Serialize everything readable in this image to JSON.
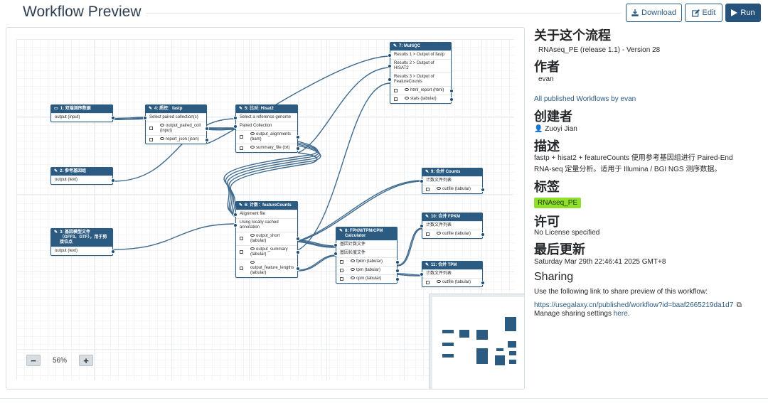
{
  "header": {
    "title": "Workflow Preview",
    "download_label": "Download",
    "edit_label": "Edit",
    "run_label": "Run"
  },
  "canvas": {
    "zoom": "56%",
    "zoom_minus": "−",
    "zoom_plus": "+",
    "nodes": {
      "n1": {
        "title": "1: 双端测序数据",
        "output": "output (input)"
      },
      "n2": {
        "title": "2: 参考基因组",
        "output": "output (text)"
      },
      "n3": {
        "title": "3: 基因模型文件（GFF3、GTF），用于剪接位点",
        "output": "output (text)"
      },
      "n4": {
        "title": "4: 质控：fastp",
        "input": "Select paired collection(s)",
        "out1": "output_paired_coll (input)",
        "out2": "report_json (json)"
      },
      "n5": {
        "title": "5: 比对: Hisat2",
        "in1": "Select a reference genome",
        "in2": "Paired Collection",
        "out1": "output_alignments (bam)",
        "out2": "summary_file (txt)"
      },
      "n6": {
        "title": "6: 计数：featureCounts",
        "in1": "Alignment file",
        "in2": "Using locally cached annotation",
        "out1": "output_short (tabular)",
        "out2": "output_summary (tabular)",
        "out3": "output_feature_lengths (tabular)"
      },
      "n7": {
        "title": "7: MultiQC",
        "in1": "Results 1 > Output of fastp",
        "in2": "Results 2 > Output of HISAT2",
        "in3": "Results 3 > Output of FeatureCounts",
        "out1": "html_report (html)",
        "out2": "stats (tabular)"
      },
      "n8": {
        "title": "8: FPKM/TPM/CPM Calculator",
        "in1": "基因计数文件",
        "in2": "基因长度文件",
        "out1": "fpkm (tabular)",
        "out2": "tpm (tabular)",
        "out3": "cpm (tabular)"
      },
      "n9": {
        "title": "9: 合并 Counts",
        "in1": "计数文件列表",
        "out1": "outfile (tabular)"
      },
      "n10": {
        "title": "10: 合并 FPKM",
        "in1": "计数文件列表",
        "out1": "outfile (tabular)"
      },
      "n11": {
        "title": "11: 合并 TPM",
        "in1": "计数文件列表",
        "out1": "outfile (tabular)"
      }
    }
  },
  "panel": {
    "about_heading": "关于这个流程",
    "about_text": "RNAseq_PE (release 1.1) - Version 28",
    "author_heading": "作者",
    "author_name": "evan",
    "author_link": "All published Workflows by evan",
    "creator_heading": "创建者",
    "creator_name": "Zuoyi Jian",
    "desc_heading": "描述",
    "desc_line1": "fastp + hisat2 + featureCounts 使用参考基因组进行 Paired-End",
    "desc_line2": "RNA-seq 定量分析。适用于 Illumina / BGI NGS 测序数据。",
    "tags_heading": "标签",
    "tag": "RNAseq_PE",
    "license_heading": "许可",
    "license_text": "No License specified",
    "updated_heading": "最后更新",
    "updated_text": "Saturday Mar 29th 22:46:41 2025 GMT+8",
    "sharing_heading": "Sharing",
    "sharing_text": "Use the following link to share preview of this workflow:",
    "sharing_link": "https://usegalaxy.cn/published/workflow?id=baaf2665219da1d7",
    "manage_text": "Manage sharing settings ",
    "manage_link": "here",
    "manage_end": "."
  },
  "colors": {
    "primary": "#25537b",
    "tag": "#8fe02b",
    "link": "#2c5b82"
  }
}
